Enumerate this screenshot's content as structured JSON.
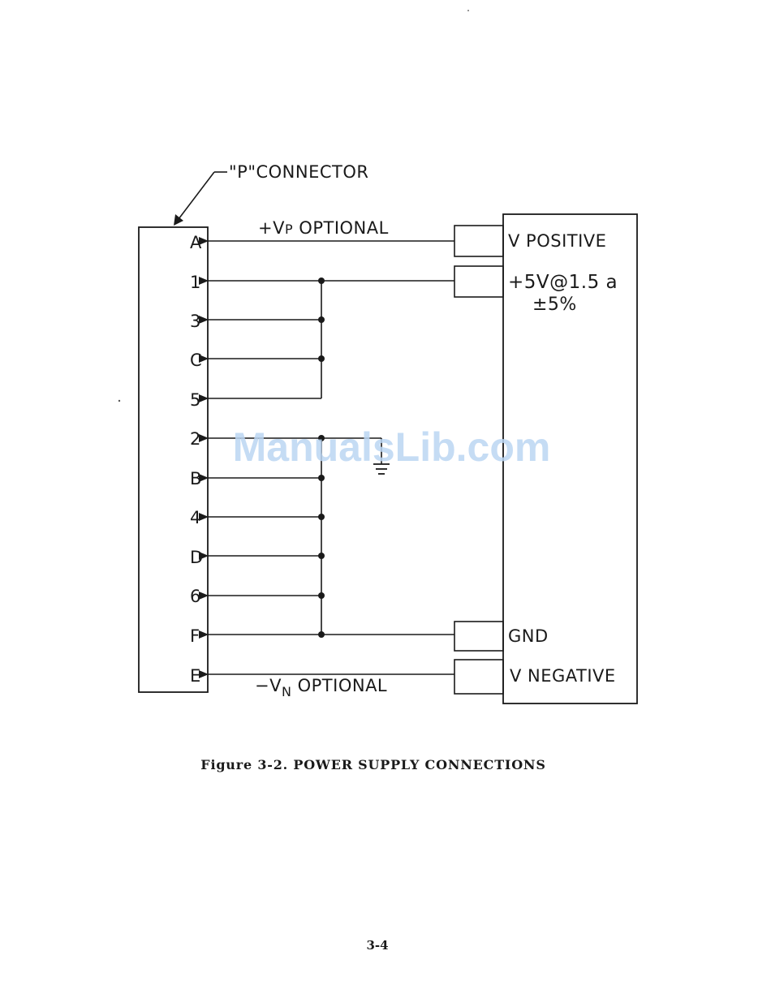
{
  "connector_label": "\"P\"CONNECTOR",
  "pins": [
    "A",
    "1",
    "3",
    "C",
    "5",
    "2",
    "B",
    "4",
    "D",
    "6",
    "F",
    "E"
  ],
  "labels": {
    "vp_optional_prefix": "+V",
    "vp_optional_sub": "P",
    "vp_optional_suffix": " OPTIONAL",
    "vn_optional_prefix": "−V",
    "vn_optional_sub": "N",
    "vn_optional_suffix": " OPTIONAL"
  },
  "supply_outputs": {
    "v_positive": "V POSITIVE",
    "plus_5v": "+5V@1.5 a",
    "tolerance": "±5%",
    "gnd": "GND",
    "v_negative": "V NEGATIVE"
  },
  "caption": "Figure 3-2.   POWER SUPPLY CONNECTIONS",
  "page_number": "3-4",
  "watermark": "ManualsLib.com"
}
